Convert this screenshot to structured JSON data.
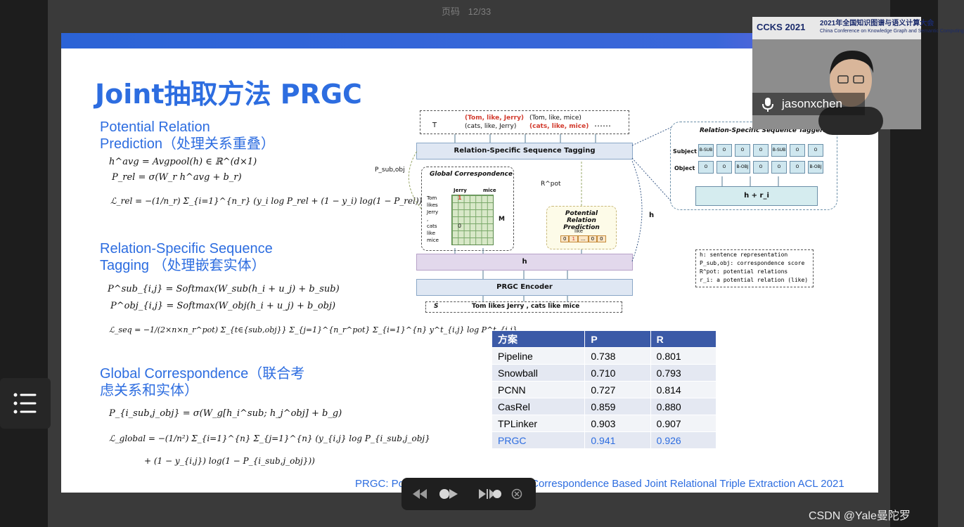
{
  "viewer": {
    "page_label": "页码",
    "page_value": "12/33",
    "watermark": "CSDN @Yale曼陀罗"
  },
  "slide": {
    "title": "Joint抽取方法 PRGC",
    "sections": [
      {
        "line1": "Potential Relation",
        "line2": "Prediction（处理关系重叠）"
      },
      {
        "line1": "Relation-Specific Sequence",
        "line2": "Tagging （处理嵌套实体）"
      },
      {
        "line1": "Global Correspondence（联合考",
        "line2": "虑关系和实体）"
      }
    ],
    "equations": {
      "havg": "h^avg = Avgpool(h) ∈ ℝ^(d×1)",
      "prel": "P_rel = σ(W_r h^avg + b_r)",
      "lrel": "ℒ_rel = −(1/n_r) Σ_{i=1}^{n_r} (y_i log P_rel + (1 − y_i) log(1 − P_rel))",
      "psub": "P^sub_{i,j} = Softmax(W_sub(h_i + u_j) + b_sub)",
      "pobj": "P^obj_{i,j} = Softmax(W_obj(h_i + u_j) + b_obj)",
      "lseq": "ℒ_seq = −1/(2×n×n_r^pot) Σ_{t∈{sub,obj}} Σ_{j=1}^{n_r^pot} Σ_{i=1}^{n} y^t_{i,j} log P^t_{i,j}",
      "pglob": "P_{i_sub,j_obj} = σ(W_g[h_i^sub; h_j^obj] + b_g)",
      "lglob1": "ℒ_global = −(1/n²) Σ_{i=1}^{n} Σ_{j=1}^{n} (y_{i,j} log P_{i_sub,j_obj}",
      "lglob2": "+ (1 − y_{i,j}) log(1 − P_{i_sub,j_obj}))"
    },
    "diagram": {
      "T": "T",
      "triple_red1": "(Tom, like, Jerry)",
      "triple_black1": "(cats, like, Jerry)",
      "triple_black2": "(Tom, like, mice)",
      "triple_red2": "(cats, like, mice)",
      "ellipsis": "……",
      "rsst": "Relation-Specific Sequence Tagging",
      "psub": "P_sub,obj",
      "gc_title": "Global Correspondence",
      "gc_rows": [
        "Tom",
        "likes",
        "Jerry",
        ",",
        "cats",
        "like",
        "mice"
      ],
      "gc_cols": [
        "Jerry",
        "mice"
      ],
      "gc_one": "1",
      "gc_zero": "0",
      "gc_M": "M",
      "rpot": "R^pot",
      "prp_title": "Potential Relation Prediction",
      "prp_like": "like",
      "prp_cells": [
        "0",
        "1",
        "...",
        "0",
        "0"
      ],
      "h_label": "h",
      "encoder": "PRGC Encoder",
      "S": "S",
      "sentence": "Tom likes Jerry , cats like mice",
      "rst_title": "Relation-Specific Sequence Taggers",
      "subject": "Subject",
      "object": "Object",
      "subject_cells": [
        "B-SUB",
        "O",
        "O",
        "O",
        "B-SUB",
        "O",
        "O"
      ],
      "object_cells": [
        "O",
        "O",
        "B-OBJ",
        "O",
        "O",
        "O",
        "B-OBJ"
      ],
      "hr": "h + r_i",
      "legend": [
        "h: sentence representation",
        "P_sub,obj: correspondence score",
        "R^pot: potential relations",
        "r_i: a potential relation (like)"
      ]
    },
    "table": {
      "headers": [
        "方案",
        "P",
        "R"
      ],
      "rows": [
        [
          "Pipeline",
          "0.738",
          "0.801"
        ],
        [
          "Snowball",
          "0.710",
          "0.793"
        ],
        [
          "PCNN",
          "0.727",
          "0.814"
        ],
        [
          "CasRel",
          "0.859",
          "0.880"
        ],
        [
          "TPLinker",
          "0.903",
          "0.907"
        ],
        [
          "PRGC",
          "0.941",
          "0.926"
        ]
      ]
    },
    "citation": "PRGC: Potential Relation and Global Correspondence Based Joint Relational Triple Extraction  ACL 2021"
  },
  "webcam": {
    "logo": "CCKS 2021",
    "banner_line1": "2021年全国知识图谱与语义计算大会",
    "banner_line2": "China Conference on Knowledge Graph and Semantic Computing",
    "name": "jasonxchen"
  },
  "colors": {
    "accent": "#2d6de0",
    "table_header": "#3b5aa7",
    "red": "#d23a2d"
  },
  "icons": [
    "menu-icon",
    "microphone-icon",
    "rewind-icon",
    "play-icon",
    "fast-forward-icon",
    "close-icon"
  ]
}
